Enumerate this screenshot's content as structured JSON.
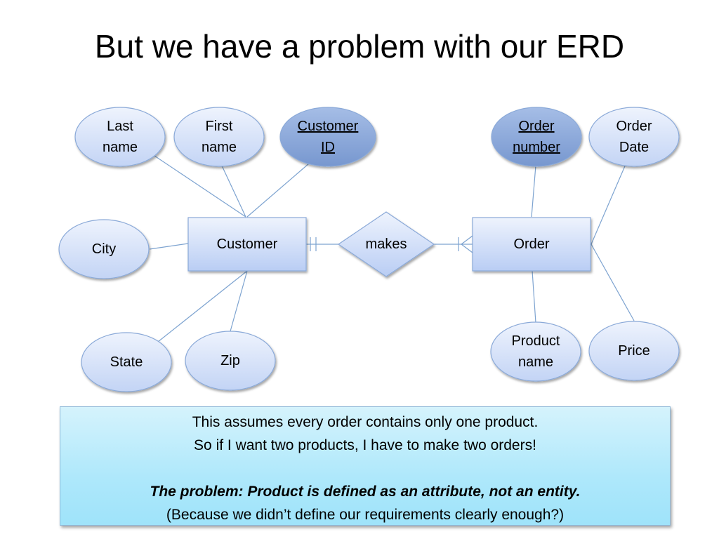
{
  "slide": {
    "title": "But we have a problem with our ERD"
  },
  "colors": {
    "entity_fill": "#dbe7fb",
    "attribute_fill": "#d7e4fb",
    "key_attribute_fill": "#8ba8d9",
    "outline": "#8aa9d8",
    "connector": "#7da3d0",
    "note_fill": "#aee8fb"
  },
  "entities": {
    "customer": "Customer",
    "order": "Order"
  },
  "relationship": {
    "makes": "makes"
  },
  "attributes": {
    "last_name": "Last\nname",
    "first_name": "First\nname",
    "customer_id": "Customer\nID",
    "city": "City",
    "state": "State",
    "zip": "Zip",
    "order_number": "Order \nnumber",
    "order_date": "Order\nDate",
    "product_name": "Product\nname",
    "price": "Price"
  },
  "note": {
    "line1": "This assumes every order contains only one product.",
    "line2": "So if I want two products, I have to make two orders!",
    "line3": "The problem: Product is defined as an attribute, not an entity.",
    "line4": "(Because we didn’t define our requirements clearly enough?)"
  }
}
